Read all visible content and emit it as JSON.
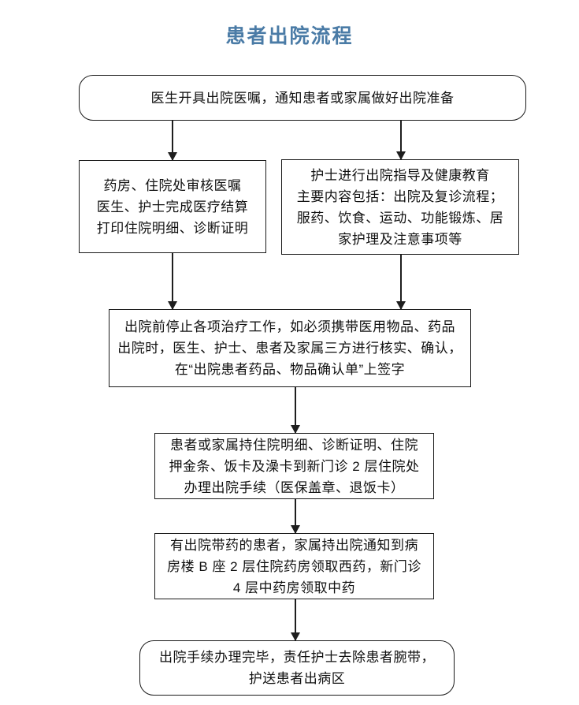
{
  "title": "患者出院流程",
  "theme": {
    "background": "#ffffff",
    "title_color": "#4a7ba6",
    "border_color": "#1a1a1a",
    "text_color": "#101010",
    "arrow_color": "#1e1e1e"
  },
  "nodes": {
    "start": {
      "shape": "rounded-rectangle",
      "lines": [
        "医生开具出院医嘱，通知患者或家属做好出院准备"
      ]
    },
    "billing": {
      "shape": "rectangle",
      "lines": [
        "药房、住院处审核医嘱",
        "医生、护士完成医疗结算",
        "打印住院明细、诊断证明"
      ]
    },
    "education": {
      "shape": "rectangle",
      "lines": [
        "护士进行出院指导及健康教育",
        "主要内容包括：出院及复诊流程；",
        "服药、饮食、运动、功能锻炼、居",
        "家护理及注意事项等"
      ]
    },
    "confirm": {
      "shape": "rectangle",
      "lines": [
        "出院前停止各项治疗工作，如必须携带医用物品、药品",
        "出院时，医生、护士、患者及家属三方进行核实、确认，",
        "在“出院患者药品、物品确认单”上签字"
      ]
    },
    "discharge": {
      "shape": "rectangle",
      "lines": [
        "患者或家属持住院明细、诊断证明、住院",
        "押金条、饭卡及澡卡到新门诊 2 层住院处",
        "办理出院手续（医保盖章、退饭卡）"
      ]
    },
    "medicine": {
      "shape": "rectangle",
      "lines": [
        "有出院带药的患者，家属持出院通知到病",
        "房楼 B 座 2 层住院药房领取西药，新门诊",
        "4 层中药房领取中药"
      ]
    },
    "end": {
      "shape": "rounded-rectangle",
      "lines": [
        "出院手续办理完毕，责任护士去除患者腕带，",
        "护送患者出病区"
      ]
    }
  },
  "connectors": [
    {
      "from": "start",
      "to": "billing",
      "direction": "down"
    },
    {
      "from": "start",
      "to": "education",
      "direction": "down"
    },
    {
      "from": "billing",
      "to": "confirm",
      "direction": "down"
    },
    {
      "from": "education",
      "to": "confirm",
      "direction": "down"
    },
    {
      "from": "confirm",
      "to": "discharge",
      "direction": "down"
    },
    {
      "from": "discharge",
      "to": "medicine",
      "direction": "down"
    },
    {
      "from": "medicine",
      "to": "end",
      "direction": "down"
    }
  ]
}
